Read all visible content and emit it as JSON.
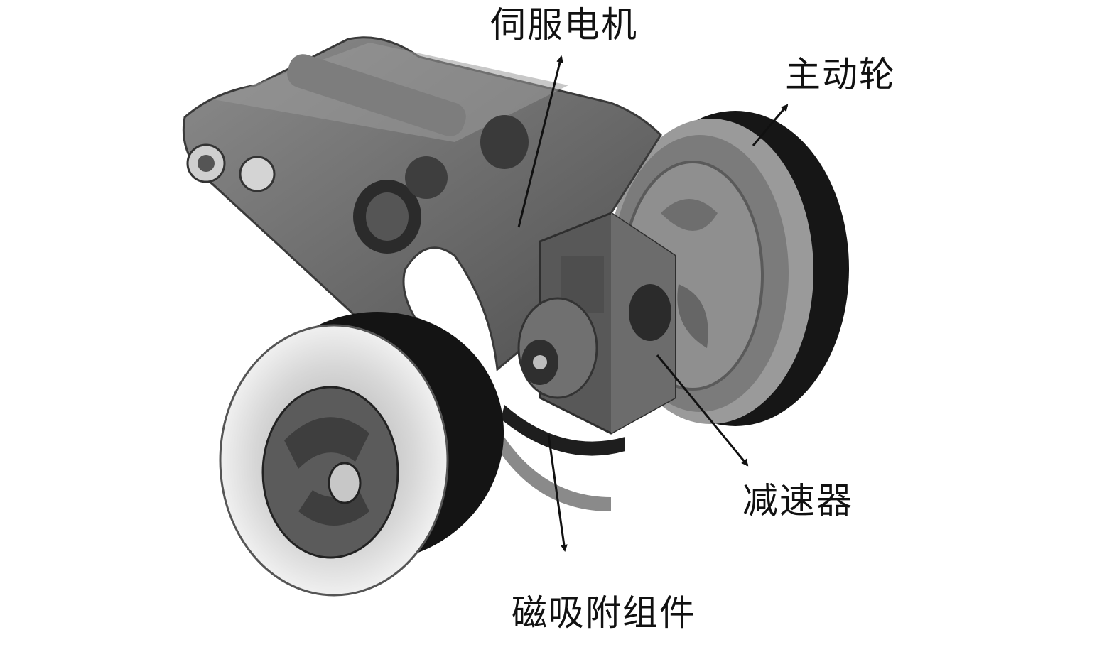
{
  "labels": {
    "servo_motor": "伺服电机",
    "drive_wheel": "主动轮",
    "reducer": "减速器",
    "magnetic_adsorption": "磁吸附组件"
  },
  "colors": {
    "background": "#ffffff",
    "arm": "#5f5f5f",
    "arm_light": "#8a8a8a",
    "tire": "#1a1a1a",
    "rim": "#d9d9d9",
    "hub": "#6a6a6a",
    "arrow": "#111111"
  }
}
